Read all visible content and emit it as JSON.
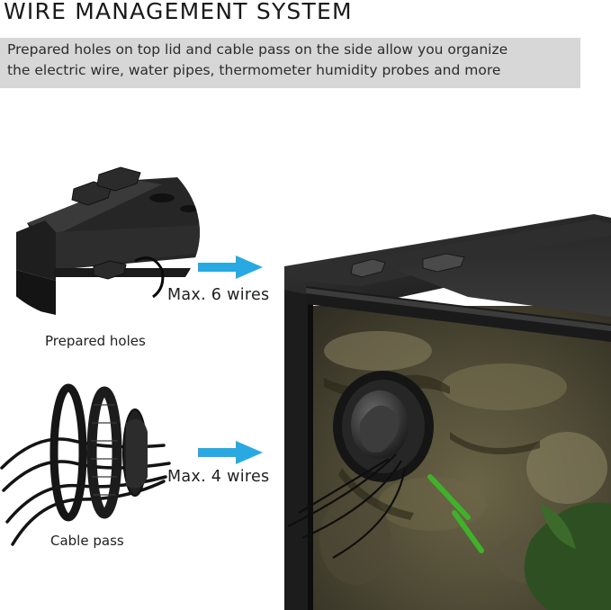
{
  "title": "WIRE MANAGEMENT SYSTEM",
  "banner": {
    "line1": "Prepared holes on top lid and cable pass on the side allow you organize",
    "line2": "the electric wire, water pipes, thermometer humidity probes and more"
  },
  "features": [
    {
      "caption": "Prepared holes",
      "wires_label": "Max. 6 wires"
    },
    {
      "caption": "Cable pass",
      "wires_label": "Max. 4 wires"
    }
  ],
  "colors": {
    "arrow": "#29a9e1",
    "banner": "#d7d7d7",
    "frame": "#1c1c1c"
  }
}
